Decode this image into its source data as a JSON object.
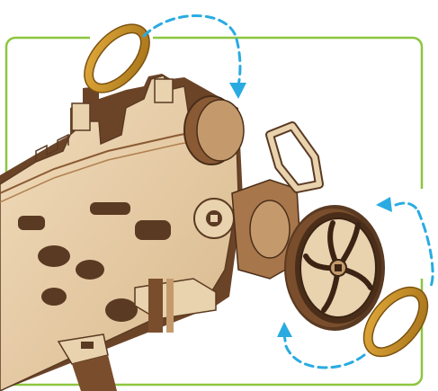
{
  "figure": {
    "title": "",
    "frame_color": "#8cc63f",
    "arrow_color": "#29abe2",
    "wood_light": "#e7cda8",
    "wood_mid": "#c49a6c",
    "wood_dark": "#5a3a22",
    "band_color": "#c8901f"
  },
  "parts": [
    {
      "id": "rubber-band-top",
      "label": ""
    },
    {
      "id": "rubber-band-bottom",
      "label": ""
    },
    {
      "id": "wheel",
      "label": ""
    },
    {
      "id": "frame",
      "label": ""
    },
    {
      "id": "arrow-top",
      "label": ""
    },
    {
      "id": "arrow-right",
      "label": ""
    }
  ]
}
